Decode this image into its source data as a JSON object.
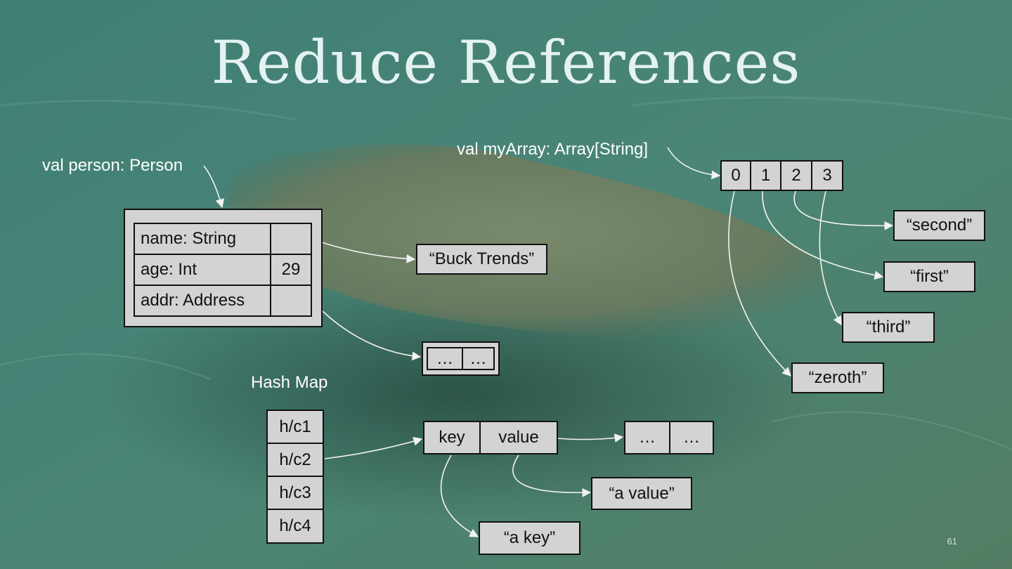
{
  "slide": {
    "title": "Reduce References",
    "page_number": "61"
  },
  "person": {
    "declaration": "val person: Person",
    "fields": [
      {
        "name": "name: String",
        "value": ""
      },
      {
        "name": "age: Int",
        "value": "29"
      },
      {
        "name": "addr: Address",
        "value": ""
      }
    ],
    "name_target": "“Buck Trends”",
    "addr_target": [
      "…",
      "…"
    ]
  },
  "array": {
    "declaration": "val myArray: Array[String]",
    "indices": [
      "0",
      "1",
      "2",
      "3"
    ],
    "targets": {
      "second": "“second”",
      "first": "“first”",
      "third": "“third”",
      "zeroth": "“zeroth”"
    }
  },
  "hashmap": {
    "label": "Hash Map",
    "buckets": [
      "h/c1",
      "h/c2",
      "h/c3",
      "h/c4"
    ],
    "entry": {
      "key": "key",
      "value": "value"
    },
    "next": [
      "…",
      "…"
    ],
    "key_target": "“a key”",
    "value_target": "“a value”"
  },
  "colors": {
    "box_fill": "#d3d3d3",
    "border": "#111111",
    "label_text": "#ffffff",
    "arrow": "#f2f2f2"
  }
}
